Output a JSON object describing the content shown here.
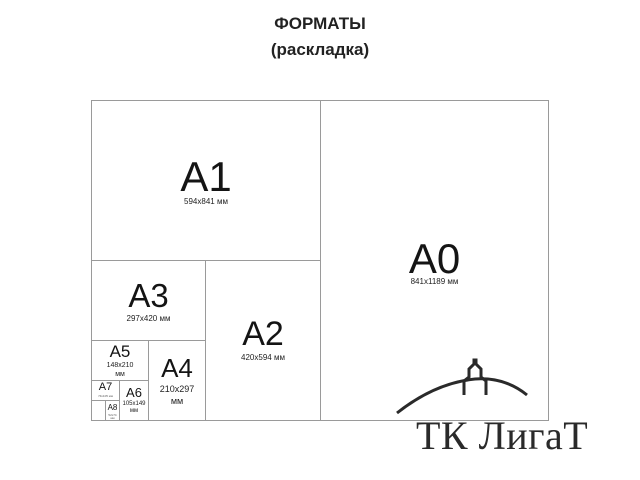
{
  "title": "ФОРМАТЫ",
  "subtitle": "(раскладка)",
  "sheets": {
    "a0": {
      "name": "A0",
      "size": "841x1189 мм"
    },
    "a1": {
      "name": "A1",
      "size": "594x841 мм"
    },
    "a2": {
      "name": "A2",
      "size": "420x594 мм"
    },
    "a3": {
      "name": "A3",
      "size": "297x420 мм"
    },
    "a4": {
      "name": "A4",
      "size_line1": "210x297",
      "size_line2": "мм"
    },
    "a5": {
      "name": "A5",
      "size_line1": "148x210",
      "size_line2": "мм"
    },
    "a6": {
      "name": "A6",
      "size_line1": "105x149",
      "size_line2": "мм"
    },
    "a7": {
      "name": "A7",
      "size": "74x105 мм"
    },
    "a8": {
      "name": "A8",
      "size": "52x74 мм"
    }
  },
  "logo": {
    "text": "ТК ЛигаТ"
  },
  "colors": {
    "border": "#9a9a9a",
    "text": "#141414",
    "logo": "#2a2a2a"
  }
}
